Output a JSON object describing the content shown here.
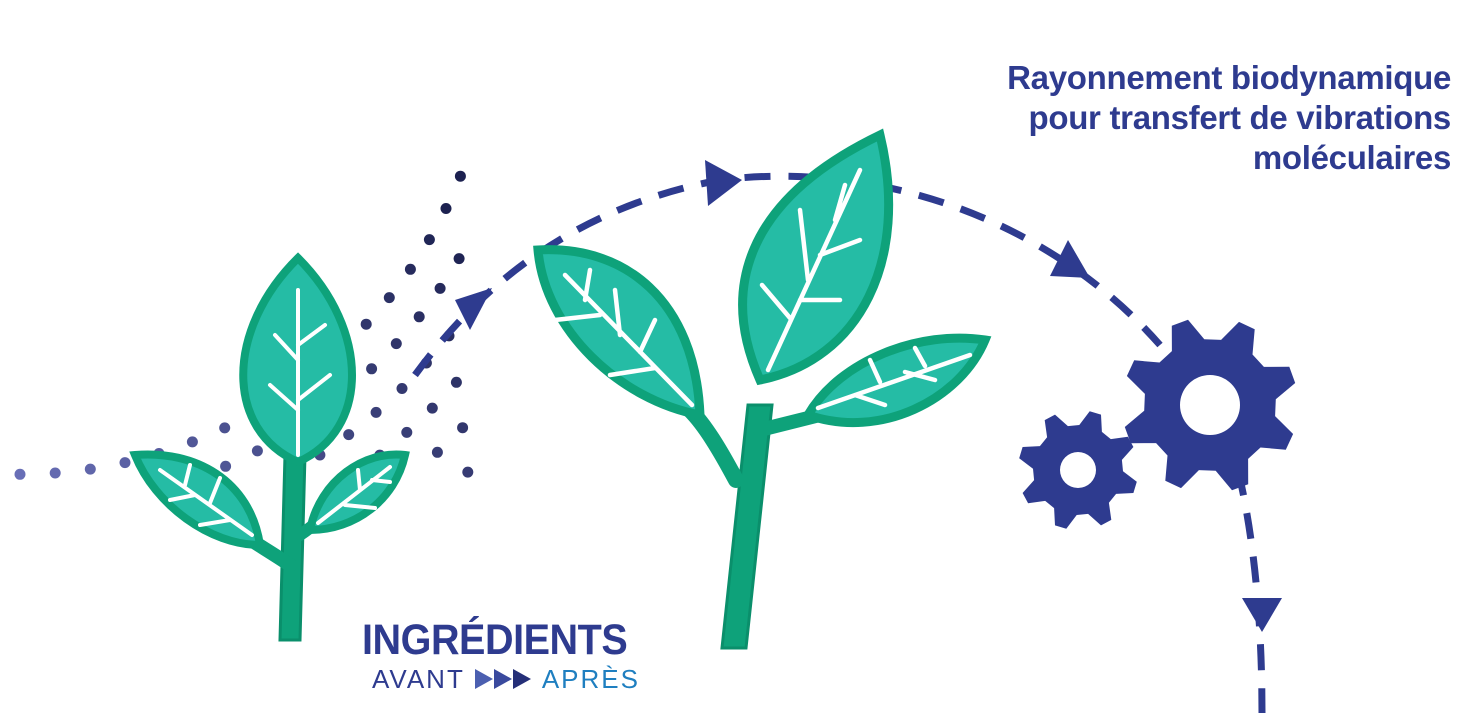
{
  "caption": {
    "line1": "Rayonnement biodynamique",
    "line2": "pour transfert de vibrations",
    "line3": "moléculaires"
  },
  "ingredients": {
    "heading": "INGRÉDIENTS",
    "before": "AVANT",
    "after": "APRÈS"
  },
  "colors": {
    "navy": "#2e3b8f",
    "leaf_fill": "#25bca5",
    "leaf_edge": "#0ea27a",
    "stem": "#0ea27a",
    "dot_light": "#6a70b8",
    "dot_dark": "#1c2150",
    "apres_blue": "#1f7fc0"
  },
  "icons": [
    "small-plant-icon",
    "large-plant-icon",
    "large-gear-icon",
    "small-gear-icon",
    "dotted-radiation-pattern",
    "dashed-arc-arrow",
    "triple-arrow-icon"
  ]
}
